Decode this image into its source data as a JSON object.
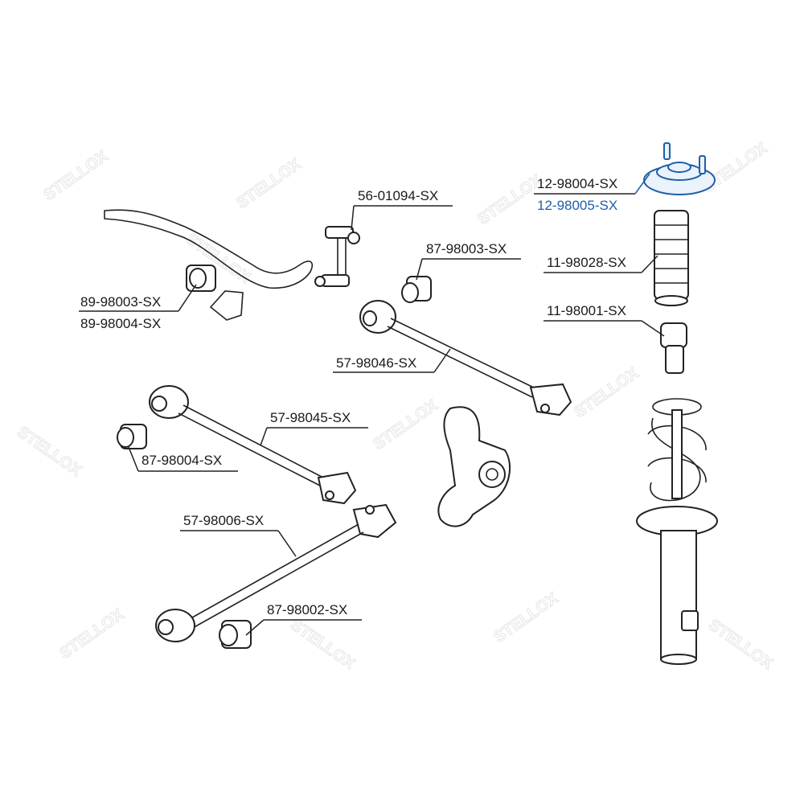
{
  "watermark": {
    "text": "STELLOX"
  },
  "parts": [
    {
      "id": "p56_01094",
      "number": "56-01094-SX",
      "name": "stabilizer-link"
    },
    {
      "id": "p87_98003",
      "number": "87-98003-SX",
      "name": "bushing-upper"
    },
    {
      "id": "p89_98003",
      "number": "89-98003-SX",
      "name": "stabilizer-bushing"
    },
    {
      "id": "p89_98004",
      "number": "89-98004-SX",
      "name": "stabilizer-bushing-alt"
    },
    {
      "id": "p57_98046",
      "number": "57-98046-SX",
      "name": "upper-control-arm"
    },
    {
      "id": "p57_98045",
      "number": "57-98045-SX",
      "name": "middle-control-arm"
    },
    {
      "id": "p87_98004",
      "number": "87-98004-SX",
      "name": "bushing-middle"
    },
    {
      "id": "p57_98006",
      "number": "57-98006-SX",
      "name": "lower-control-arm"
    },
    {
      "id": "p87_98002",
      "number": "87-98002-SX",
      "name": "bushing-lower"
    },
    {
      "id": "p12_98004",
      "number": "12-98004-SX",
      "name": "strut-mount"
    },
    {
      "id": "p12_98005",
      "number": "12-98005-SX",
      "name": "strut-mount-alt",
      "highlight": true
    },
    {
      "id": "p11_98028",
      "number": "11-98028-SX",
      "name": "dust-boot"
    },
    {
      "id": "p11_98001",
      "number": "11-98001-SX",
      "name": "bump-stop"
    }
  ],
  "colors": {
    "label": "#1a1a1a",
    "highlight": "#1f5fa8",
    "watermark": "#e6e6e6"
  }
}
